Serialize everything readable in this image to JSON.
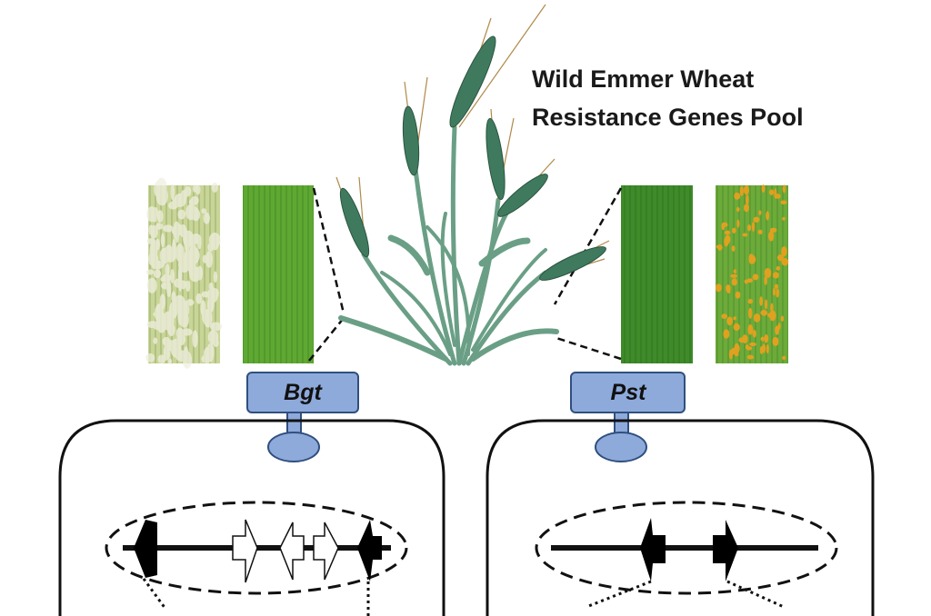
{
  "title": {
    "line1": "Wild Emmer Wheat",
    "line2": "Resistance Genes Pool"
  },
  "pathogens": {
    "left": "Bgt",
    "right": "Pst"
  },
  "colors": {
    "receptor": "#8eaadb",
    "plant": "#6a9f86",
    "spike": "#3f7a5e",
    "awn": "#b08a4a",
    "rust": "#e0a020"
  }
}
